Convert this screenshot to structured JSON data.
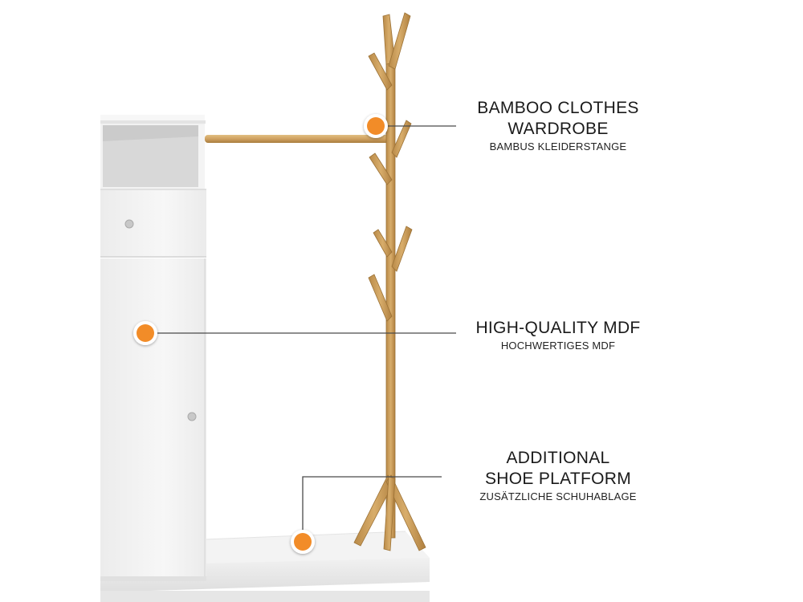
{
  "callouts": {
    "bamboo": {
      "title": "BAMBOO CLOTHES\nWARDROBE",
      "subtitle": "BAMBUS KLEIDERSTANGE"
    },
    "mdf": {
      "title": "HIGH-QUALITY MDF",
      "subtitle": "HOCHWERTIGES MDF"
    },
    "shoe": {
      "title": "ADDITIONAL\nSHOE PLATFORM",
      "subtitle": "ZUSÄTZLICHE SCHUHABLAGE"
    }
  },
  "colors": {
    "marker": "#f28c28",
    "bamboo": "#c99a56",
    "bamboo_dark": "#a87a3c",
    "cabinet": "#f4f4f4",
    "cabinet_shade": "#e2e2e2",
    "leader_line": "#4a4a4a"
  },
  "icons": {
    "marker": "orange-dot-marker"
  }
}
